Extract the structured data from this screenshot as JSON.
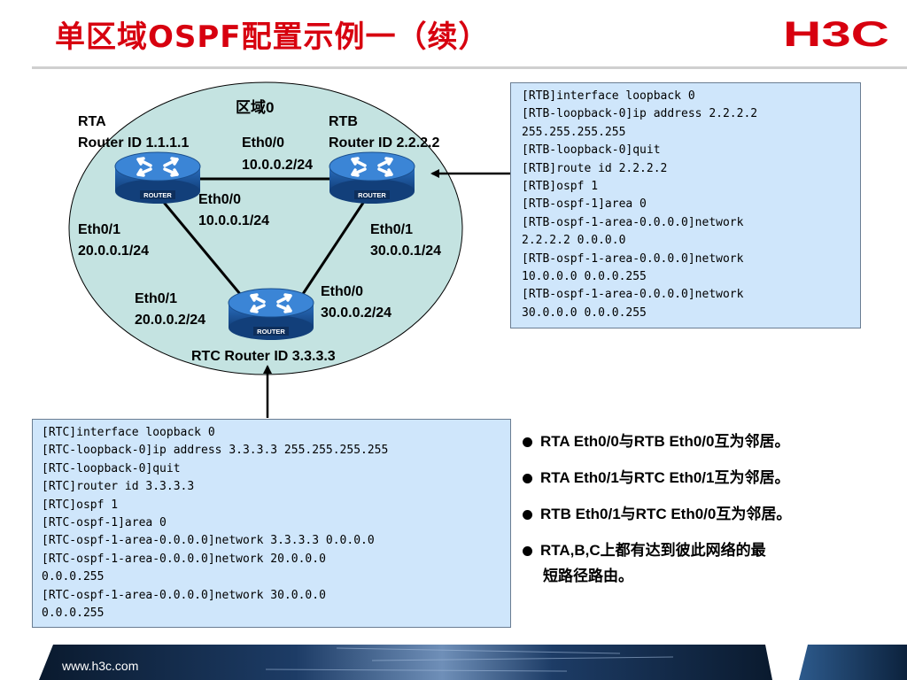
{
  "slide": {
    "title": "单区域OSPF配置示例一（续）",
    "logo_text": "H3C",
    "footer_url": "www.h3c.com"
  },
  "diagram": {
    "area_label": "区域0",
    "router_badge": "ROUTER",
    "rta": {
      "name": "RTA",
      "router_id": "Router ID 1.1.1.1"
    },
    "rtb": {
      "name": "RTB",
      "router_id": "Router ID 2.2.2.2"
    },
    "rtc": {
      "router_id": "RTC Router ID 3.3.3.3"
    },
    "interfaces": {
      "rtb_eth00": {
        "name": "Eth0/0",
        "ip": "10.0.0.2/24"
      },
      "rta_eth00": {
        "name": "Eth0/0",
        "ip": "10.0.0.1/24"
      },
      "rta_eth01": {
        "name": "Eth0/1",
        "ip": "20.0.0.1/24"
      },
      "rtb_eth01": {
        "name": "Eth0/1",
        "ip": "30.0.0.1/24"
      },
      "rtc_eth01": {
        "name": "Eth0/1",
        "ip": "20.0.0.2/24"
      },
      "rtc_eth00": {
        "name": "Eth0/0",
        "ip": "30.0.0.2/24"
      }
    },
    "colors": {
      "area_fill": "#c4e3e1",
      "router_blue": "#1f5ea8",
      "link": "#000000"
    }
  },
  "rtb_config": [
    "[RTB]interface loopback 0",
    "[RTB-loopback-0]ip address 2.2.2.2",
    "255.255.255.255",
    "[RTB-loopback-0]quit",
    "[RTB]route id 2.2.2.2",
    "[RTB]ospf 1",
    "[RTB-ospf-1]area 0",
    "[RTB-ospf-1-area-0.0.0.0]network",
    "2.2.2.2 0.0.0.0",
    "[RTB-ospf-1-area-0.0.0.0]network",
    "10.0.0.0 0.0.0.255",
    "[RTB-ospf-1-area-0.0.0.0]network",
    "30.0.0.0 0.0.0.255"
  ],
  "rtc_config": [
    "[RTC]interface loopback 0",
    "[RTC-loopback-0]ip address 3.3.3.3 255.255.255.255",
    "[RTC-loopback-0]quit",
    "[RTC]router id 3.3.3.3",
    "[RTC]ospf 1",
    "[RTC-ospf-1]area 0",
    "[RTC-ospf-1-area-0.0.0.0]network 3.3.3.3 0.0.0.0",
    "[RTC-ospf-1-area-0.0.0.0]network 20.0.0.0",
    "0.0.0.255",
    "[RTC-ospf-1-area-0.0.0.0]network 30.0.0.0",
    "0.0.0.255"
  ],
  "bullets": [
    {
      "text": "RTA Eth0/0与RTB Eth0/0互为邻居。"
    },
    {
      "text": "RTA Eth0/1与RTC Eth0/1互为邻居。"
    },
    {
      "text": "RTB Eth0/1与RTC Eth0/0互为邻居。"
    },
    {
      "text": "RTA,B,C上都有达到彼此网络的最",
      "cont": "短路径路由。"
    }
  ]
}
